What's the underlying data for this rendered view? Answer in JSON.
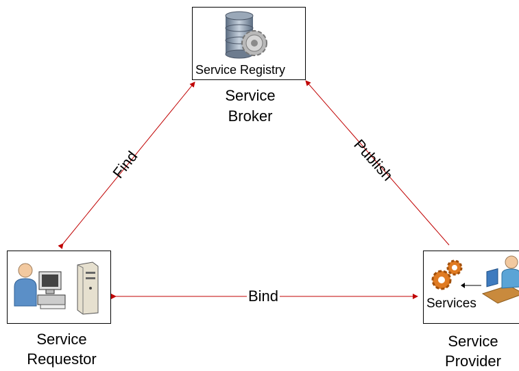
{
  "colors": {
    "edge": "#c00000",
    "box_border": "#000000",
    "text": "#000000"
  },
  "nodes": {
    "broker": {
      "box_caption": "Service Registry",
      "label_line1": "Service",
      "label_line2": "Broker",
      "icon": "database-gear-icon"
    },
    "requestor": {
      "label_line1": "Service",
      "label_line2": "Requestor",
      "icons": [
        "user-icon",
        "computer-terminal-icon",
        "server-tower-icon"
      ]
    },
    "provider": {
      "box_caption": "Services",
      "label_line1": "Service",
      "label_line2": "Provider",
      "icons": [
        "gears-icon",
        "user-at-desk-icon"
      ]
    }
  },
  "edges": {
    "find": "Find",
    "publish": "Publish",
    "bind": "Bind"
  }
}
